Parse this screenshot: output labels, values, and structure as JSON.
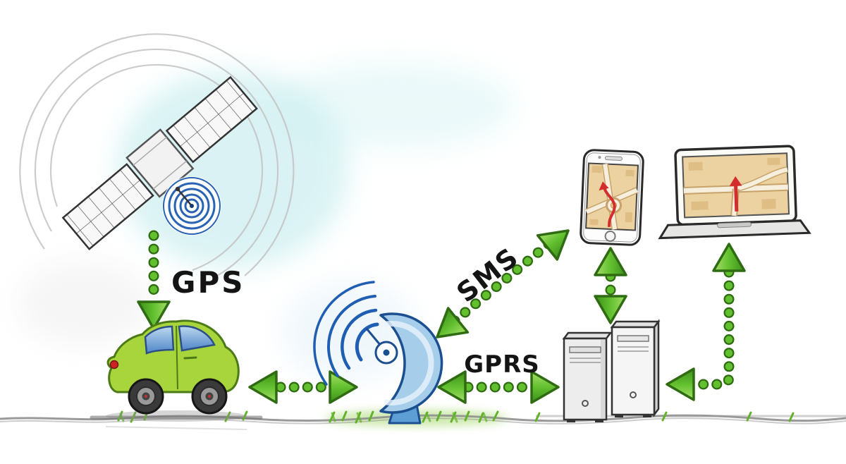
{
  "diagram": {
    "labels": {
      "gps": "GPS",
      "sms": "SMS",
      "gprs": "GPRS"
    },
    "nodes": [
      {
        "icon": "satellite-icon",
        "name": "gps-satellite"
      },
      {
        "icon": "car-icon",
        "name": "tracked-car"
      },
      {
        "icon": "dish-antenna-icon",
        "name": "base-station-dish"
      },
      {
        "icon": "server-towers-icon",
        "name": "tracking-servers"
      },
      {
        "icon": "smartphone-map-icon",
        "name": "smartphone-client"
      },
      {
        "icon": "laptop-map-icon",
        "name": "laptop-client"
      }
    ],
    "connections": [
      {
        "from": "gps-satellite",
        "to": "tracked-car",
        "label": "GPS",
        "style": "dotted-green-arrow",
        "direction": "one-way"
      },
      {
        "from": "tracked-car",
        "to": "base-station-dish",
        "label": "",
        "style": "dotted-green-arrow",
        "direction": "two-way"
      },
      {
        "from": "base-station-dish",
        "to": "smartphone-client",
        "label": "SMS",
        "style": "dotted-green-arrow",
        "direction": "two-way"
      },
      {
        "from": "base-station-dish",
        "to": "tracking-servers",
        "label": "GPRS",
        "style": "dotted-green-arrow",
        "direction": "two-way"
      },
      {
        "from": "tracking-servers",
        "to": "smartphone-client",
        "label": "",
        "style": "dotted-green-arrow",
        "direction": "two-way"
      },
      {
        "from": "laptop-client",
        "to": "tracking-servers",
        "label": "",
        "style": "dotted-green-arrow",
        "direction": "one-way"
      }
    ],
    "colors": {
      "arrow_green": "#62c02f",
      "arrow_green_dark": "#2e6b12",
      "car_green": "#a8d53c",
      "dish_blue": "#a6cde9",
      "signal_blue": "#1f5eb2",
      "map_tan": "#ecd2a0",
      "route_red": "#d42d2d",
      "sketch_gray": "#8f8f8f",
      "label_black": "#141414",
      "wash_cyan": "#aee4e6"
    }
  }
}
